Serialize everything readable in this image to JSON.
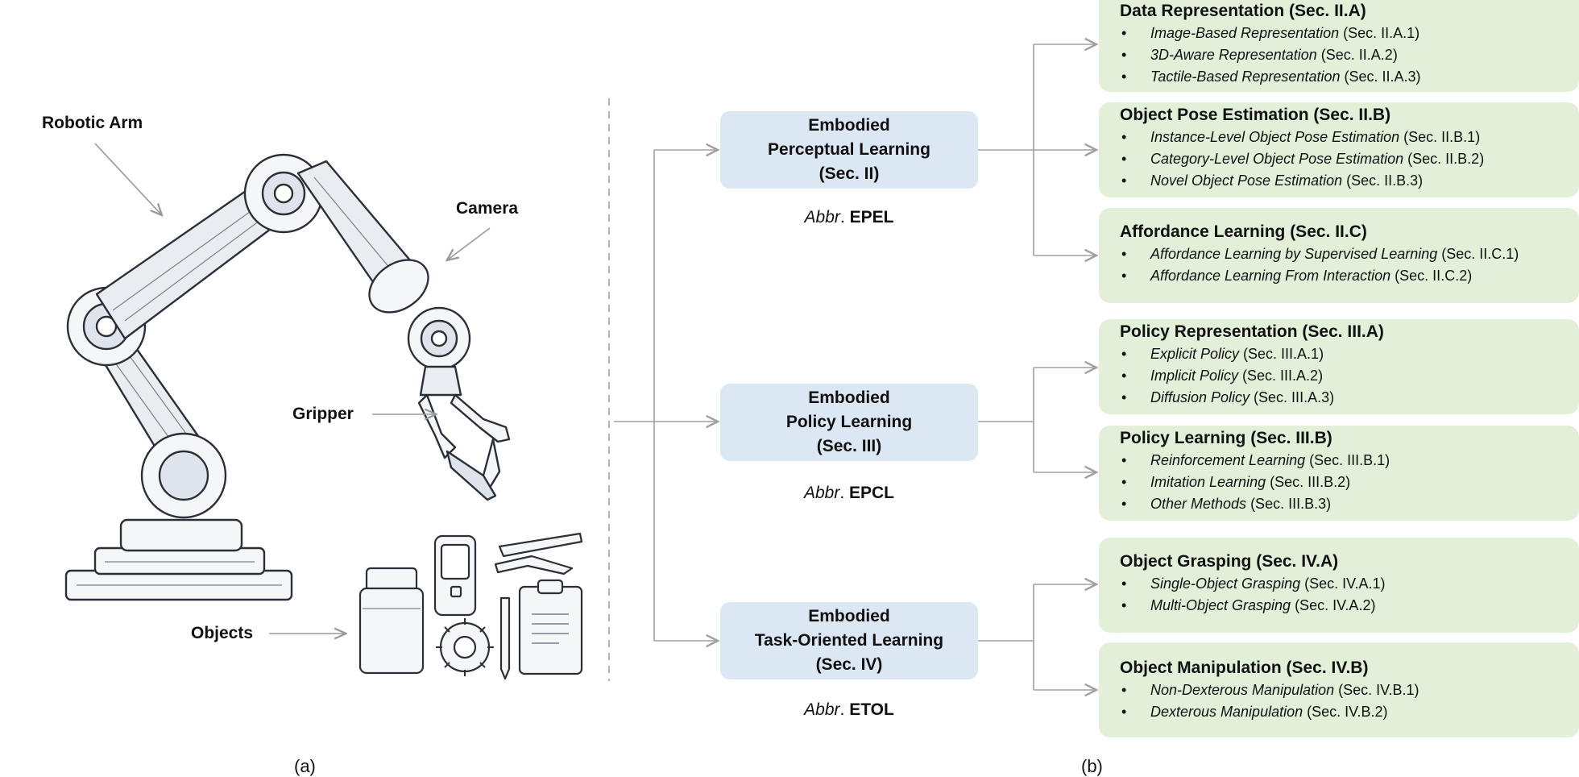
{
  "panel_a": {
    "labels": {
      "robotic_arm": "Robotic Arm",
      "camera": "Camera",
      "gripper": "Gripper",
      "objects": "Objects"
    },
    "caption": "(a)"
  },
  "panel_b": {
    "caption": "(b)",
    "categories": [
      {
        "line1": "Embodied",
        "line2": "Perceptual Learning",
        "line3": "(Sec. II)",
        "abbr_prefix": "Abbr",
        "abbr_value": "EPEL",
        "subsections": [
          {
            "title": "Data Representation (Sec. II.A)",
            "items": [
              {
                "name": "Image-Based Representation",
                "sec": " (Sec. II.A.1)"
              },
              {
                "name": "3D-Aware Representation",
                "sec": " (Sec. II.A.2)"
              },
              {
                "name": "Tactile-Based Representation",
                "sec": " (Sec. II.A.3)"
              }
            ]
          },
          {
            "title": "Object Pose Estimation (Sec. II.B)",
            "items": [
              {
                "name": "Instance-Level Object Pose Estimation",
                "sec": " (Sec. II.B.1)"
              },
              {
                "name": "Category-Level Object Pose Estimation",
                "sec": " (Sec. II.B.2)"
              },
              {
                "name": "Novel Object Pose Estimation",
                "sec": " (Sec. II.B.3)"
              }
            ]
          },
          {
            "title": "Affordance Learning (Sec. II.C)",
            "items": [
              {
                "name": "Affordance Learning by Supervised Learning",
                "sec": " (Sec. II.C.1)"
              },
              {
                "name": "Affordance Learning From Interaction",
                "sec": " (Sec. II.C.2)"
              }
            ]
          }
        ]
      },
      {
        "line1": "Embodied",
        "line2": "Policy Learning",
        "line3": "(Sec. III)",
        "abbr_prefix": "Abbr",
        "abbr_value": "EPCL",
        "subsections": [
          {
            "title": "Policy Representation (Sec. III.A)",
            "items": [
              {
                "name": "Explicit Policy",
                "sec": " (Sec. III.A.1)"
              },
              {
                "name": "Implicit Policy",
                "sec": " (Sec. III.A.2)"
              },
              {
                "name": "Diffusion Policy",
                "sec": " (Sec. III.A.3)"
              }
            ]
          },
          {
            "title": "Policy Learning (Sec. III.B)",
            "items": [
              {
                "name": "Reinforcement Learning",
                "sec": " (Sec. III.B.1)"
              },
              {
                "name": "Imitation Learning",
                "sec": " (Sec. III.B.2)"
              },
              {
                "name": "Other Methods",
                "sec": " (Sec. III.B.3)"
              }
            ]
          }
        ]
      },
      {
        "line1": "Embodied",
        "line2": "Task-Oriented Learning",
        "line3": "(Sec. IV)",
        "abbr_prefix": "Abbr",
        "abbr_value": "ETOL",
        "subsections": [
          {
            "title": "Object Grasping (Sec. IV.A)",
            "items": [
              {
                "name": "Single-Object Grasping",
                "sec": " (Sec. IV.A.1)"
              },
              {
                "name": "Multi-Object Grasping",
                "sec": " (Sec. IV.A.2)"
              }
            ]
          },
          {
            "title": "Object Manipulation (Sec. IV.B)",
            "items": [
              {
                "name": "Non-Dexterous Manipulation",
                "sec": " (Sec. IV.B.1)"
              },
              {
                "name": "Dexterous Manipulation",
                "sec": " (Sec. IV.B.2)"
              }
            ]
          }
        ]
      }
    ]
  },
  "colors": {
    "category_box": "#dbe7f3",
    "subsection_box": "#e2efd9",
    "connector": "#a0a0a0"
  }
}
